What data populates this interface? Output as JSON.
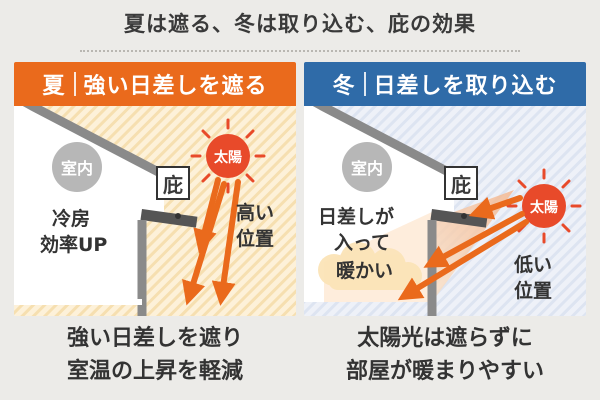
{
  "title": "夏は遮る、冬は取り込む、庇の効果",
  "summer": {
    "season": "夏",
    "header": "強い日差しを遮る",
    "indoor": "室内",
    "effect_line1": "冷房",
    "effect_line2": "効率UP",
    "eave": "庇",
    "sun": "太陽",
    "sun_pos_line1": "高い",
    "sun_pos_line2": "位置",
    "caption_line1": "強い日差しを遮り",
    "caption_line2": "室温の上昇を軽減"
  },
  "winter": {
    "season": "冬",
    "header": "日差しを取り込む",
    "indoor": "室内",
    "effect_line1": "日差しが",
    "effect_line2": "入って",
    "effect_line3": "暖かい",
    "eave": "庇",
    "sun": "太陽",
    "sun_pos_line1": "低い",
    "sun_pos_line2": "位置",
    "caption_line1": "太陽光は遮らずに",
    "caption_line2": "部屋が暖まりやすい"
  },
  "colors": {
    "summer_accent": "#ea6a1c",
    "winter_accent": "#2f6ba8",
    "sun": "#e84a2a",
    "arrow": "#ea6a1c",
    "house": "#8a8a8a"
  },
  "icons": {
    "sun": "sun-icon",
    "arrow": "sunlight-arrow-icon",
    "house": "house-section-icon"
  }
}
